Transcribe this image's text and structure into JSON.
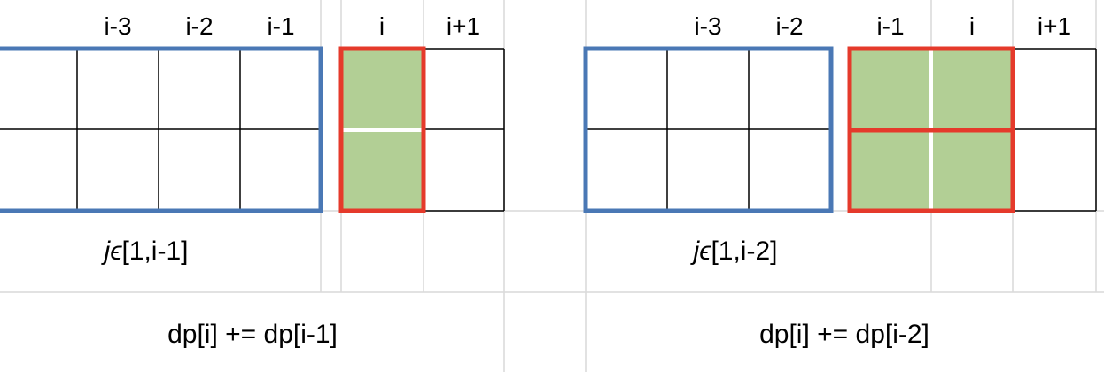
{
  "colors": {
    "background": "#ffffff",
    "sheet_grid": "#d9d9d9",
    "cell_border": "#000000",
    "range_box": "#4a78b5",
    "highlight_box": "#e53a2b",
    "highlight_fill": "#b2cf95"
  },
  "panels": [
    {
      "id": "left",
      "column_labels": [
        "i-3",
        "i-2",
        "i-1",
        "i",
        "i+1"
      ],
      "range_label_var": "j",
      "range_label_op": "ϵ",
      "range_label_set": "[1,i-1]",
      "formula": "dp[i] += dp[i-1]"
    },
    {
      "id": "right",
      "column_labels": [
        "i-3",
        "i-2",
        "i-1",
        "i",
        "i+1"
      ],
      "range_label_var": "j",
      "range_label_op": "ϵ",
      "range_label_set": "[1,i-2]",
      "formula": "dp[i] += dp[i-2]"
    }
  ]
}
